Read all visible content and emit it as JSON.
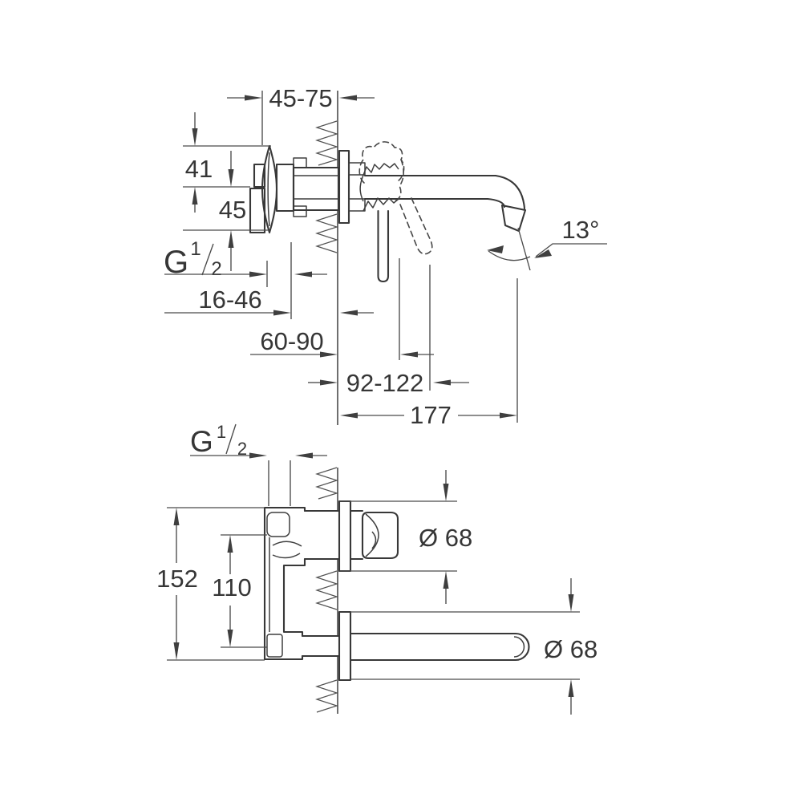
{
  "drawing": {
    "background": "#ffffff",
    "line_color": "#3e3e3e",
    "front_view": {
      "wall_depth_range": "45-75",
      "plate_top_to_axis": "41",
      "axis_to_plate_bottom": "45",
      "thread_label": {
        "prefix": "G",
        "numerator": "1",
        "denominator": "2"
      },
      "concealed_depth_range": "16-46",
      "wall_to_lever_range": "60-90",
      "lever_reach_range": "92-122",
      "spout_projection": "177",
      "spout_angle": "13°"
    },
    "plan_view": {
      "thread_label": {
        "prefix": "G",
        "numerator": "1",
        "denominator": "2"
      },
      "overall_height": "152",
      "connection_center_distance": "110",
      "handle_escutcheon_diameter": "Ø 68",
      "spout_escutcheon_diameter": "Ø 68"
    }
  }
}
